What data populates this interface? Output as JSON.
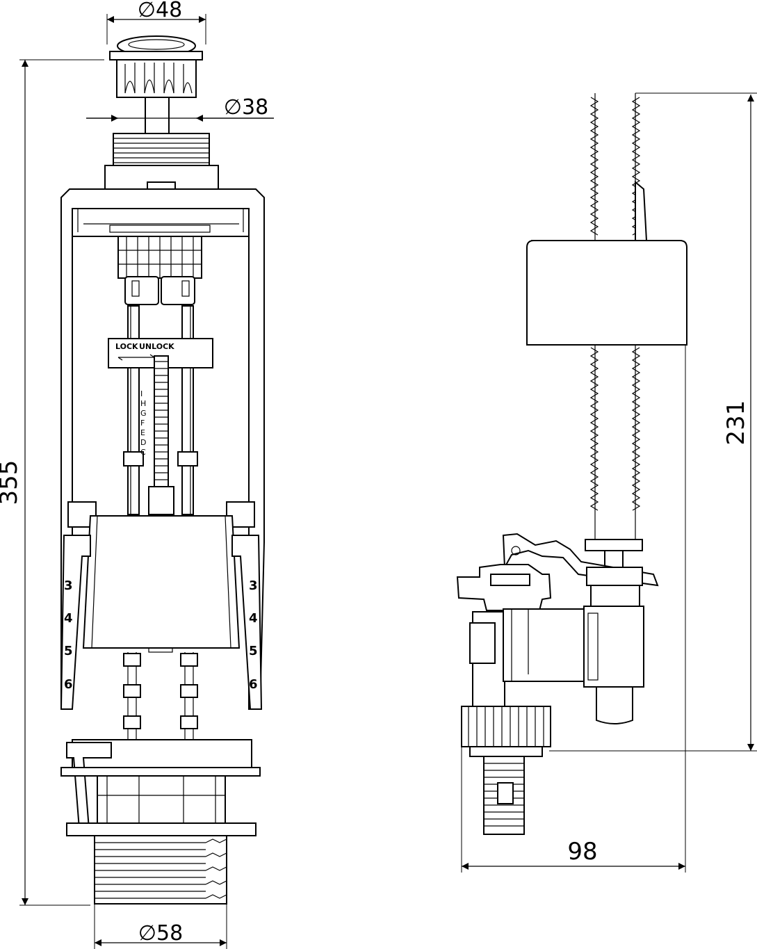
{
  "dimensions": {
    "top_diameter": "∅48",
    "button_diameter": "∅38",
    "height_flush_valve": "355",
    "bottom_diameter": "∅58",
    "height_fill_valve": "231",
    "width_fill_valve": "98"
  },
  "labels": {
    "lock": "LOCK",
    "unlock": "UNLOCK",
    "scale_letters": "I H G F E D C",
    "scale_numbers": [
      "3",
      "4",
      "5",
      "6"
    ]
  }
}
